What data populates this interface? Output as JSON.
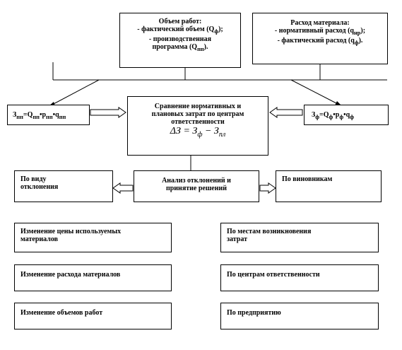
{
  "top_left_box": {
    "line1": "Объем работ:",
    "line2": "- фактический объем (Q",
    "line2_sub": "ф",
    "line2_end": ");",
    "line3": "- производственная",
    "line4": "программа (Q",
    "line4_sub": "пп",
    "line4_end": ")."
  },
  "top_right_box": {
    "line1": "Расход материала:",
    "line2": "- нормативный расход (q",
    "line2_sub": "нр",
    "line2_end": ");",
    "line3": "- фактический расход (q",
    "line3_sub": "ф",
    "line3_end": ")."
  },
  "left_formula": "З",
  "left_formula_sub": "пп",
  "left_formula_rest": "=Q",
  "left_formula_sub2": "пп",
  "left_formula_rest2": "•р",
  "left_formula_sub3": "пп",
  "left_formula_rest3": "•q",
  "left_formula_sub4": "пп",
  "right_formula": "З",
  "right_formula_sub": "ф",
  "right_formula_rest": "=Q",
  "right_formula_sub2": "ф",
  "right_formula_rest2": "•р",
  "right_formula_sub3": "ф",
  "right_formula_rest3": "•q",
  "right_formula_sub4": "ф",
  "center_box": {
    "line1": "Сравнение нормативных и",
    "line2": "плановых затрат по центрам",
    "line3": "ответственности",
    "formula": "ΔЗ = З",
    "formula_sub1": "ф",
    "formula_mid": " − З",
    "formula_sub2": "пл"
  },
  "analysis_box": {
    "line1": "Анализ отклонений и",
    "line2": "принятие решений"
  },
  "by_type_box": {
    "line1": "По виду",
    "line2": "отклонения"
  },
  "by_culprit_box": "По виновникам",
  "left_items": [
    {
      "line1": "Изменение цены используемых",
      "line2": "материалов"
    },
    {
      "line1": "Изменение расхода  материалов",
      "line2": ""
    },
    {
      "line1": "Изменение объемов работ",
      "line2": ""
    }
  ],
  "right_items": [
    {
      "line1": "По местам возникновения",
      "line2": "затрат"
    },
    {
      "line1": "По центрам ответственности",
      "line2": ""
    },
    {
      "line1": "По предприятию",
      "line2": ""
    }
  ]
}
